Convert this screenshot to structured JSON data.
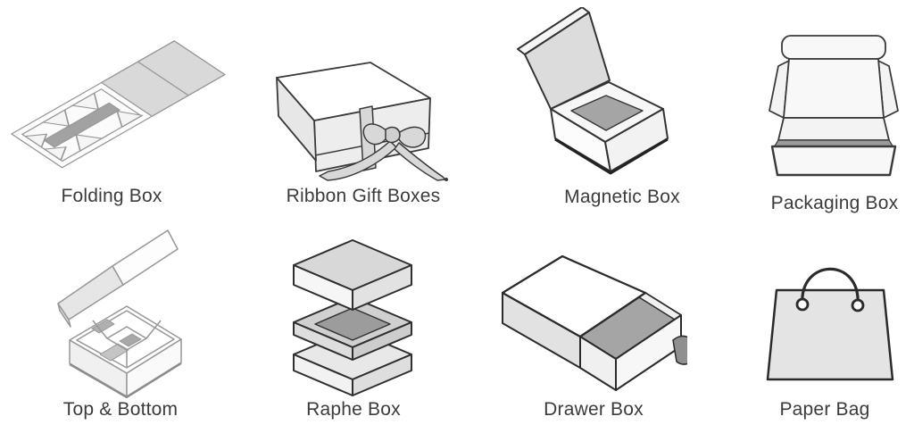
{
  "figures": [
    {
      "label": "Folding Box",
      "icon": "folding-box-diecut-illustration"
    },
    {
      "label": "Ribbon Gift Boxes",
      "icon": "ribbon-gift-box-illustration"
    },
    {
      "label": "Magnetic Box",
      "icon": "magnetic-lid-box-illustration"
    },
    {
      "label": "Packaging Box",
      "icon": "mailer-packaging-box-illustration"
    },
    {
      "label": "Top & Bottom",
      "icon": "top-and-bottom-box-illustration"
    },
    {
      "label": "Raphe Box",
      "icon": "raphe-stacked-box-illustration"
    },
    {
      "label": "Drawer Box",
      "icon": "drawer-slide-box-illustration"
    },
    {
      "label": "Paper Bag",
      "icon": "paper-bag-illustration"
    }
  ],
  "colors": {
    "background": "#ffffff",
    "label_text": "#3b3b3b",
    "outline_dark": "#2b2b2b",
    "outline_light": "#979797",
    "fill_white": "#fdfdfd",
    "fill_light_gray": "#e6e6e6",
    "fill_mid_gray": "#d8d8d8",
    "fill_dark_gray": "#a2a2a2"
  }
}
